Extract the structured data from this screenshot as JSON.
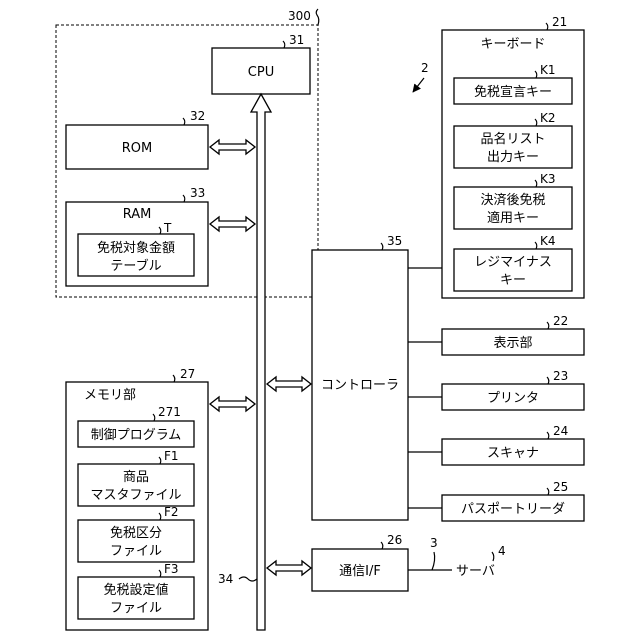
{
  "figure": {
    "system_ref": "2",
    "server": {
      "ref": "4",
      "label": "サーバ"
    },
    "network_ref": "3",
    "bus_ref": "34",
    "frame_ref": "300",
    "cpu": {
      "ref": "31",
      "label": "CPU"
    },
    "rom": {
      "ref": "32",
      "label": "ROM"
    },
    "ram": {
      "ref": "33",
      "label": "RAM"
    },
    "table": {
      "ref": "T",
      "line1": "免税対象金額",
      "line2": "テーブル"
    },
    "controller": {
      "ref": "35",
      "label": "コントローラ"
    },
    "keyboard": {
      "ref": "21",
      "label": "キーボード",
      "keys": [
        {
          "ref": "K1",
          "line1": "免税宣言キー",
          "line2": ""
        },
        {
          "ref": "K2",
          "line1": "品名リスト",
          "line2": "出力キー"
        },
        {
          "ref": "K3",
          "line1": "決済後免税",
          "line2": "適用キー"
        },
        {
          "ref": "K4",
          "line1": "レジマイナス",
          "line2": "キー"
        }
      ]
    },
    "devices": [
      {
        "ref": "22",
        "label": "表示部"
      },
      {
        "ref": "23",
        "label": "プリンタ"
      },
      {
        "ref": "24",
        "label": "スキャナ"
      },
      {
        "ref": "25",
        "label": "パスポートリーダ"
      }
    ],
    "comm": {
      "ref": "26",
      "label": "通信I/F"
    },
    "memory": {
      "ref": "27",
      "label": "メモリ部",
      "items": [
        {
          "ref": "271",
          "line1": "制御プログラム",
          "line2": ""
        },
        {
          "ref": "F1",
          "line1": "商品",
          "line2": "マスタファイル"
        },
        {
          "ref": "F2",
          "line1": "免税区分",
          "line2": "ファイル"
        },
        {
          "ref": "F3",
          "line1": "免税設定値",
          "line2": "ファイル"
        }
      ]
    }
  }
}
